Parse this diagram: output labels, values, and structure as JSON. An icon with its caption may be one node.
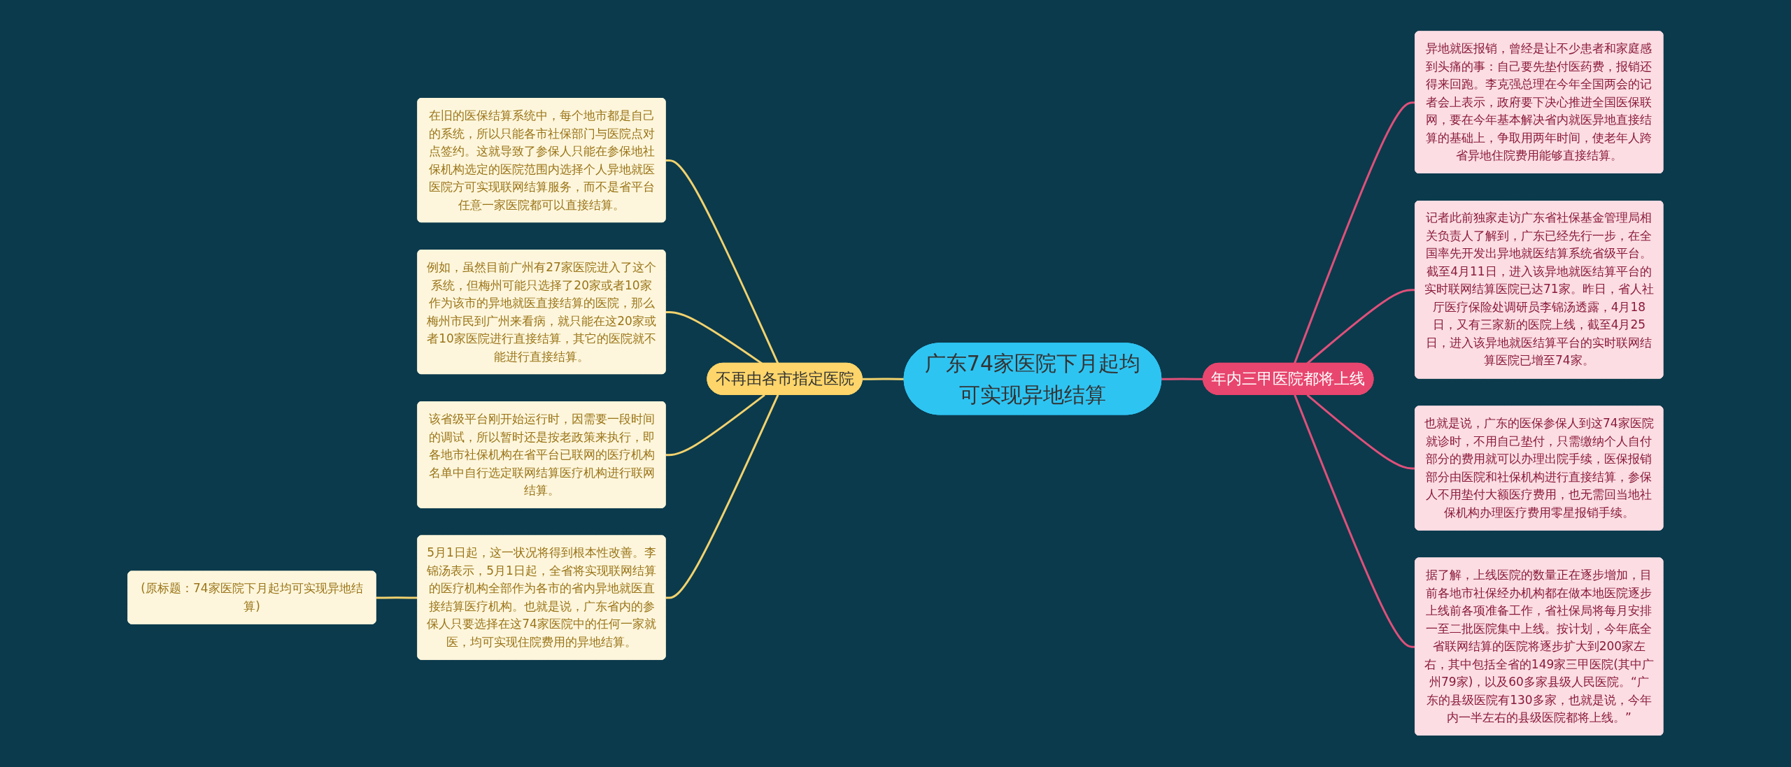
{
  "diagram": {
    "nodes": [
      {
        "text": [
          "广东74家医院下月起均可实现异地结算"
        ]
      },
      {
        "text": [
          "不再由各市指定医院"
        ]
      },
      {
        "text": [
          "在旧的医保结算系统中，每个地市都是自己的系统，所以只能各市社保部门与医院点对点签约。这就导致了参保人只能在参保地社保机构选定的医院范围内选择个人异地就医医院方可实现联网结算服务，而不是省平台任意一家医院都可以直接结算。"
        ]
      },
      {
        "text": [
          "例如，虽然目前广州有27家医院进入了这个系统，但梅州可能只选择了20家或者10家作为该市的异地就医直接结算的医院，那么梅州市民到广州来看病，就只能在这20家或者10家医院进行直接结算，其它的医院就不能进行直接结算。"
        ]
      },
      {
        "text": [
          "该省级平台刚开始运行时，因需要一段时间的调试，所以暂时还是按老政策来执行，即各地市社保机构在省平台已联网的医疗机构名单中自行选定联网结算医疗机构进行联网结算。"
        ]
      },
      {
        "text": [
          "5月1日起，这一状况将得到根本性改善。李锦汤表示，5月1日起，全省将实现联网结算的医疗机构全部作为各市的省内异地就医直接结算医疗机构。也就是说，广东省内的参保人只要选择在这74家医院中的任何一家就医，均可实现住院费用的异地结算。"
        ]
      },
      {
        "text": [
          "(原标题：74家医院下月起均可实现异地结算)"
        ]
      },
      {
        "text": [
          "年内三甲医院都将上线"
        ]
      },
      {
        "text": [
          "异地就医报销，曾经是让不少患者和家庭感到头痛的事：自己要先垫付医药费，报销还得来回跑。李克强总理在今年全国两会的记者会上表示，政府要下决心推进全国医保联网，要在今年基本解决省内就医异地直接结算的基础上，争取用两年时间，使老年人跨省异地住院费用能够直接结算。"
        ]
      },
      {
        "text": [
          "记者此前独家走访广东省社保基金管理局相关负责人了解到，广东已经先行一步，在全国率先开发出异地就医结算系统省级平台。截至4月11日，进入该异地就医结算平台的实时联网结算医院已达71家。昨日，省人社厅医疗保险处调研员李锦汤透露，4月18日，又有三家新的医院上线，截至4月25日，进入该异地就医结算平台的实时联网结算医院已增至74家。"
        ]
      },
      {
        "text": [
          "也就是说，广东的医保参保人到这74家医院就诊时，不用自己垫付，只需缴纳个人自付部分的费用就可以办理出院手续，医保报销部分由医院和社保机构进行直接结算，参保人不用垫付大额医疗费用，也无需回当地社保机构办理医疗费用零星报销手续。"
        ]
      },
      {
        "text": [
          "据了解，上线医院的数量正在逐步增加，目前各地市社保经办机构都在做本地医院逐步上线前各项准备工作，省社保局将每月安排一至二批医院集中上线。按计划，今年底全省联网结算的医院将逐步扩大到200家左右，其中包括全省的149家三甲医院(其中广州79家)，以及60多家县级人民医院。“广东的县级医院有130多家，也就是说，今年内一半左右的县级医院都将上线。”"
        ]
      }
    ],
    "edges": [
      {
        "from": 1,
        "to": 0,
        "arrow": "none",
        "color": "#f2d26e"
      },
      {
        "from": 2,
        "to": 1,
        "arrow": "none",
        "color": "#f2d26e"
      },
      {
        "from": 3,
        "to": 1,
        "arrow": "none",
        "color": "#f2d26e"
      },
      {
        "from": 4,
        "to": 1,
        "arrow": "none",
        "color": "#f2d26e"
      },
      {
        "from": 5,
        "to": 1,
        "arrow": "none",
        "color": "#f2d26e"
      },
      {
        "from": 6,
        "to": 5,
        "arrow": "none",
        "color": "#f2d26e"
      },
      {
        "from": 0,
        "to": 7,
        "arrow": "none",
        "color": "#e0507a"
      },
      {
        "from": 7,
        "to": 8,
        "arrow": "none",
        "color": "#e0507a"
      },
      {
        "from": 7,
        "to": 9,
        "arrow": "none",
        "color": "#e0507a"
      },
      {
        "from": 7,
        "to": 10,
        "arrow": "none",
        "color": "#e0507a"
      },
      {
        "from": 7,
        "to": 11,
        "arrow": "none",
        "color": "#e0507a"
      }
    ]
  }
}
